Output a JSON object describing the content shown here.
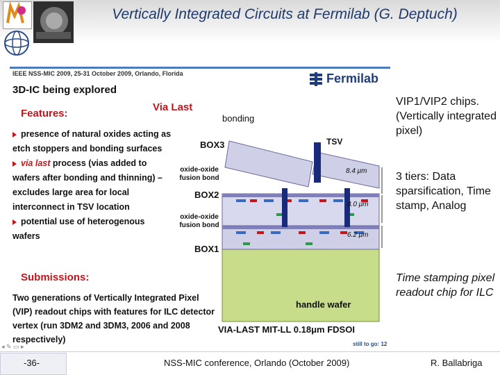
{
  "header": {
    "title": "Vertically Integrated Circuits at Fermilab (G. Deptuch)"
  },
  "slide": {
    "conference_banner": "IEEE NSS-MIC 2009, 25-31 October 2009, Orlando, Florida",
    "brand": "Fermilab",
    "heading": "3D-IC being explored",
    "features_label": "Features:",
    "via_last_label": "Via Last",
    "features": [
      {
        "text": "presence of natural oxides acting as etch stoppers and bonding surfaces"
      },
      {
        "strong": "via last",
        "text": " process (vias added to wafers after bonding and thinning) – excludes large area for local interconnect in TSV location"
      },
      {
        "text": "potential use of heterogenous wafers"
      }
    ],
    "submissions_label": "Submissions:",
    "submissions_text": "Two generations of Vertically Integrated Pixel (VIP) readout chips with features for ILC detector vertex (run 3DM2 and 3DM3, 2006 and 2008 respectively)",
    "diagram": {
      "labels": {
        "bonding": "bonding",
        "tsv": "TSV",
        "box3": "BOX3",
        "box2": "BOX2",
        "box1": "BOX1",
        "oxide_bond_1": "oxide-oxide fusion bond",
        "oxide_bond_2": "oxide-oxide fusion bond",
        "handle_wafer": "handle wafer",
        "dim1": "8.4 μm",
        "dim2": "8.0 μm",
        "dim3": "6.2 μm"
      },
      "caption": "VIA-LAST MIT-LL 0.18μm FDSOI"
    },
    "still_to_go": "still to go: 12"
  },
  "right_panel": {
    "p1": "VIP1/VIP2 chips. (Vertically integrated pixel)",
    "p2": "3 tiers: Data sparsification, Time stamp, Analog",
    "p3": "Time stamping pixel readout chip for ILC"
  },
  "footer": {
    "page": "-36-",
    "conference": "NSS-MIC conference, Orlando (October 2009)",
    "author": "R. Ballabriga"
  },
  "colors": {
    "title": "#1f3a6a",
    "accent_red": "#c0161c",
    "handle_wafer": "#c8dd8a",
    "box_layer": "#cfcfe8"
  }
}
